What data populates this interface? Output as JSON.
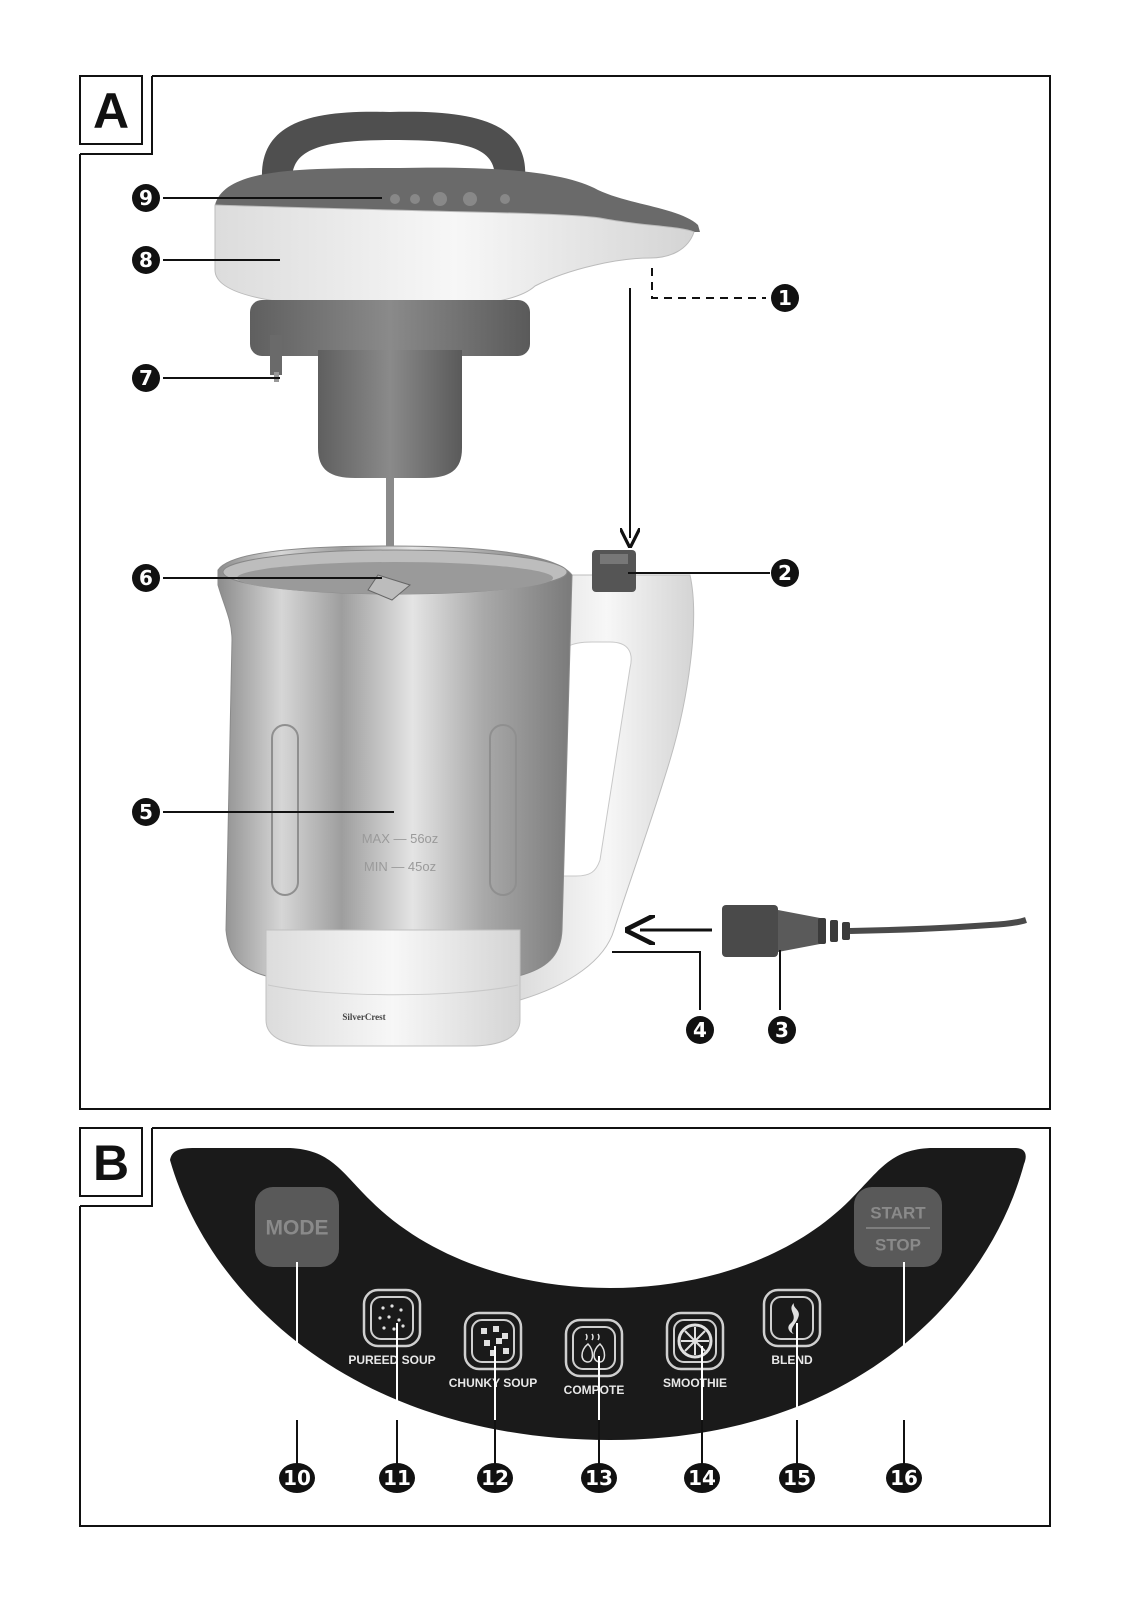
{
  "panel_a": {
    "letter": "A",
    "callouts": {
      "c1": "1",
      "c2": "2",
      "c3": "3",
      "c4": "4",
      "c5": "5",
      "c6": "6",
      "c7": "7",
      "c8": "8",
      "c9": "9"
    },
    "jug_markings": {
      "max": "MAX — 56oz",
      "min": "MIN — 45oz"
    },
    "brand": "SilverCrest"
  },
  "panel_b": {
    "letter": "B",
    "mode_button": "MODE",
    "start_label": "START",
    "stop_label": "STOP",
    "programs": {
      "pureed": "PUREED SOUP",
      "chunky": "CHUNKY SOUP",
      "compote": "COMPOTE",
      "smoothie": "SMOOTHIE",
      "blend": "BLEND"
    },
    "callouts": {
      "c10": "10",
      "c11": "11",
      "c12": "12",
      "c13": "13",
      "c14": "14",
      "c15": "15",
      "c16": "16"
    }
  }
}
